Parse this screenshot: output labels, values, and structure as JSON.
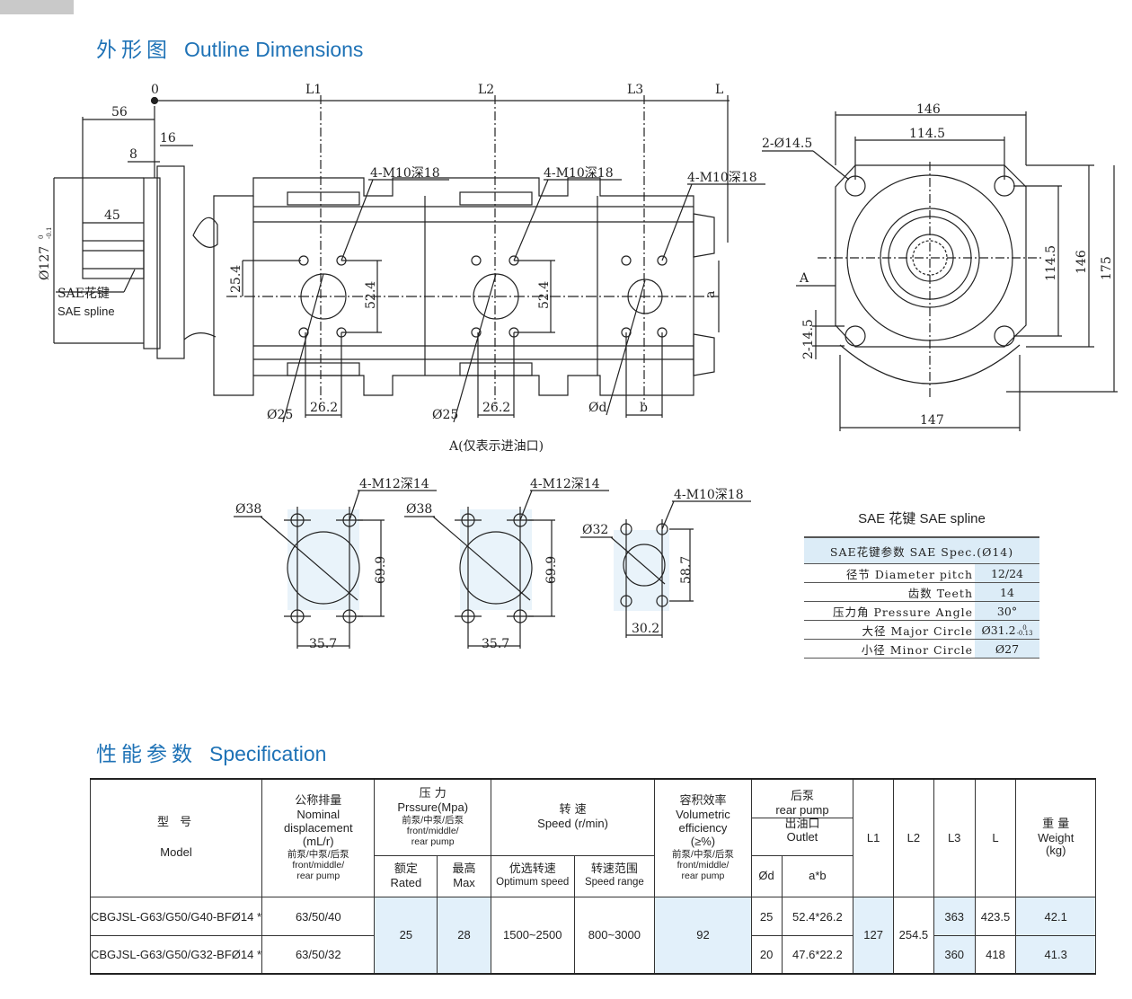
{
  "outline": {
    "title_cn": "外形图",
    "title_en": "Outline Dimensions"
  },
  "spec_section": {
    "title_cn": "性能参数",
    "title_en": "Specification"
  },
  "drawing": {
    "side": {
      "marks": {
        "zero": "0",
        "l1": "L1",
        "l2": "L2",
        "l3": "L3",
        "l": "L"
      },
      "dims": [
        "56",
        "16",
        "8",
        "45",
        "Ø127",
        "0",
        "-0.1",
        "25.4",
        "52.4",
        "52.4",
        "a",
        "26.2",
        "26.2",
        "b",
        "Ø25",
        "Ø25",
        "Ød"
      ],
      "callouts": [
        "4-M10深18",
        "4-M10深18",
        "4-M10深18"
      ],
      "spline_label": [
        "SAE花键",
        "SAE spline"
      ],
      "caption": "A(仅表示进油口)"
    },
    "front": {
      "dims": [
        "146",
        "114.5",
        "2-Ø14.5",
        "114.5",
        "146",
        "175",
        "A",
        "2-14.5",
        "147"
      ]
    },
    "ports": [
      {
        "dia": "Ø38",
        "thread": "4-M12深14",
        "v": "69.9",
        "h": "35.7"
      },
      {
        "dia": "Ø38",
        "thread": "4-M12深14",
        "v": "69.9",
        "h": "35.7"
      },
      {
        "dia": "Ø32",
        "thread": "4-M10深18",
        "v": "58.7",
        "h": "30.2"
      }
    ]
  },
  "spline": {
    "title": "SAE 花键  SAE spline",
    "header": "SAE花键参数 SAE Spec.(Ø14)",
    "rows": [
      {
        "k": "径节 Diameter pitch",
        "v": "12/24"
      },
      {
        "k": "齿数 Teeth",
        "v": "14"
      },
      {
        "k": "压力角 Pressure Angle",
        "v": "30°"
      },
      {
        "k": "大径 Major Circle",
        "v": "Ø31.2",
        "sup": "0",
        "sub": "-0.13"
      },
      {
        "k": "小径 Minor Circle",
        "v": "Ø27"
      }
    ]
  },
  "spec": {
    "headers": {
      "model_cn": "型    号",
      "model_en": "Model",
      "disp_cn": "公称排量",
      "disp_en1": "Nominal",
      "disp_en2": "displacement",
      "disp_unit": "(mL/r)",
      "disp_note_cn": "前泵/中泵/后泵",
      "disp_note_en1": "front/middle/",
      "disp_note_en2": "rear pump",
      "press_cn": "压  力",
      "press_en": "Prssure(Mpa)",
      "press_note_cn": "前泵/中泵/后泵",
      "press_note_en1": "front/middle/",
      "press_note_en2": "rear pump",
      "rated_cn": "额定",
      "rated_en": "Rated",
      "max_cn": "最高",
      "max_en": "Max",
      "speed_cn": "转    速",
      "speed_en": "Speed (r/min)",
      "opt_cn": "优选转速",
      "opt_en": "Optimum speed",
      "range_cn": "转速范围",
      "range_en": "Speed range",
      "eff_cn": "容积效率",
      "eff_en1": "Volumetric",
      "eff_en2": "efficiency",
      "eff_unit": "(≥%)",
      "eff_note_cn": "前泵/中泵/后泵",
      "eff_note_en1": "front/middle/",
      "eff_note_en2": "rear pump",
      "rear_cn": "后泵",
      "rear_en": "rear pump",
      "outlet_cn": "出油口",
      "outlet_en": "Outlet",
      "od": "Ød",
      "ab": "a*b",
      "l1": "L1",
      "l2": "L2",
      "l3": "L3",
      "l": "L",
      "weight_cn": "重 量",
      "weight_en": "Weight",
      "weight_unit": "(kg)"
    },
    "rows": [
      {
        "model": "CBGJSL-G63/G50/G40-BFØ14 *",
        "disp": "63/50/40",
        "od": "25",
        "ab": "52.4*26.2",
        "l3": "363",
        "l": "423.5",
        "weight": "42.1"
      },
      {
        "model": "CBGJSL-G63/G50/G32-BFØ14 *",
        "disp": "63/50/32",
        "od": "20",
        "ab": "47.6*22.2",
        "l3": "360",
        "l": "418",
        "weight": "41.3"
      }
    ],
    "shared": {
      "rated": "25",
      "max": "28",
      "opt": "1500~2500",
      "range": "800~3000",
      "eff": "92",
      "l1": "127",
      "l2": "254.5"
    }
  }
}
